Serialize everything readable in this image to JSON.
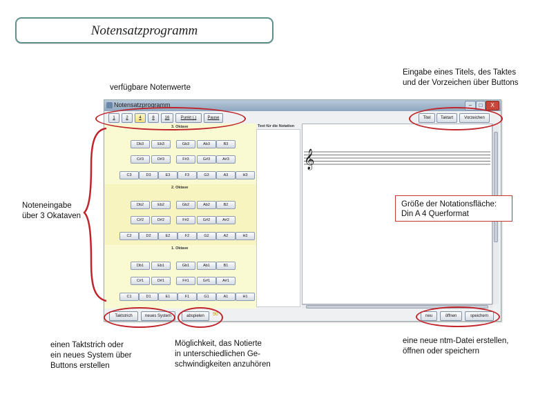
{
  "title": "Notensatzprogramm",
  "annotations": {
    "note_values": "verfügbare Notenwerte",
    "title_buttons_1": "Eingabe eines Titels, des Taktes",
    "title_buttons_2": "und der Vorzeichen über Buttons",
    "note_input_1": "Noteneingabe",
    "note_input_2": "über 3 Okataven",
    "size_1": "Größe der Notationsfläche:",
    "size_2": "Din A 4 Querformat",
    "bar_1": "einen Taktstrich oder",
    "bar_2": "ein neues System über",
    "bar_3": "Buttons erstellen",
    "play_1": "Möglichkeit, das Notierte",
    "play_2": "in unterschiedlichen Ge-",
    "play_3": "schwindigkeiten anzuhören",
    "file_1": "eine neue ntm-Datei erstellen,",
    "file_2": "öffnen oder speichern"
  },
  "window": {
    "title": "Notensatzprogramm",
    "controls": [
      "–",
      "□",
      "X"
    ]
  },
  "toolbar": {
    "note_values": [
      "1",
      "2",
      "4",
      "8",
      "16",
      "Punkt (.)",
      "Pause"
    ],
    "selected_index": 2,
    "right": [
      "Titel",
      "Taktart",
      "Vorzeichen"
    ]
  },
  "octaves": [
    {
      "label": "3. Oktave",
      "row1": [
        "Db3",
        "Eb3",
        "Gb3",
        "Ab3",
        "B3"
      ],
      "row2": [
        "C#3",
        "D#3",
        "F#3",
        "G#3",
        "A#3"
      ],
      "row3": [
        "C3",
        "D3",
        "E3",
        "F3",
        "G3",
        "A3",
        "H3"
      ]
    },
    {
      "label": "2. Oktave",
      "row1": [
        "Db2",
        "Eb2",
        "Gb2",
        "Ab2",
        "B2"
      ],
      "row2": [
        "C#2",
        "D#2",
        "F#2",
        "G#2",
        "A#2"
      ],
      "row3": [
        "C2",
        "D2",
        "E2",
        "F2",
        "G2",
        "A2",
        "H2"
      ]
    },
    {
      "label": "1. Oktave",
      "row1": [
        "Db1",
        "Eb1",
        "Gb1",
        "Ab1",
        "B1"
      ],
      "row2": [
        "C#1",
        "D#1",
        "F#1",
        "G#1",
        "A#1"
      ],
      "row3": [
        "C1",
        "D1",
        "E1",
        "F1",
        "G1",
        "A1",
        "H1"
      ]
    }
  ],
  "text_label": "Text für die Notation",
  "clef": "𝄞",
  "bottom": {
    "left": [
      "Taktstrich",
      "neues System"
    ],
    "play": "abspielen",
    "play_speed": "90",
    "right": [
      "neu",
      "öffnen",
      "speichern"
    ]
  },
  "colors": {
    "highlight": "#c0242b",
    "title_border": "#5e8f8b"
  }
}
